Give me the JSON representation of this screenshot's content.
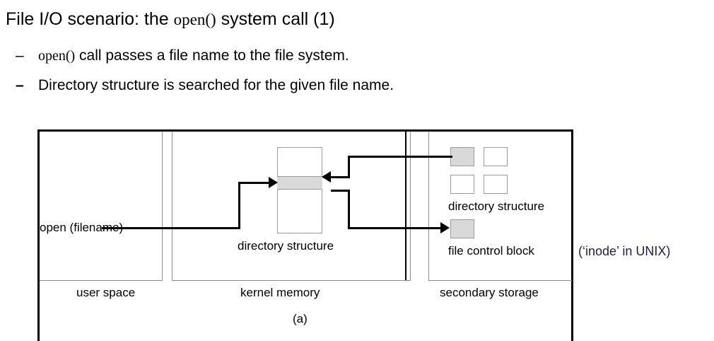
{
  "slide": {
    "title_prefix": "File I/O scenario: the ",
    "title_code": "open()",
    "title_suffix": " system call (1)",
    "bullets": [
      {
        "dash": "–",
        "code": "open()",
        "text": " call passes a file name to the file system."
      },
      {
        "dash": "–",
        "code": "",
        "text": "Directory structure is searched for the given file name."
      }
    ]
  },
  "figure": {
    "caption": "(a)",
    "panels": [
      {
        "id": "user-space",
        "label": "user space"
      },
      {
        "id": "kernel-memory",
        "label": "kernel memory"
      },
      {
        "id": "secondary-storage",
        "label": "secondary storage"
      }
    ],
    "labels": {
      "open_call": "open (filename)",
      "kernel_directory_structure": "directory structure",
      "secondary_directory_structure": "directory structure",
      "file_control_block": "file control block"
    },
    "annotation": "(‘inode’ in UNIX)",
    "colors": {
      "frame": "#000000",
      "panel_divider": "#8d8d8d",
      "cell_border": "#9a9a9a",
      "cell_fill": "#d9d9d9",
      "annotation_text": "#1b1b54",
      "background": "#ffffff"
    }
  }
}
